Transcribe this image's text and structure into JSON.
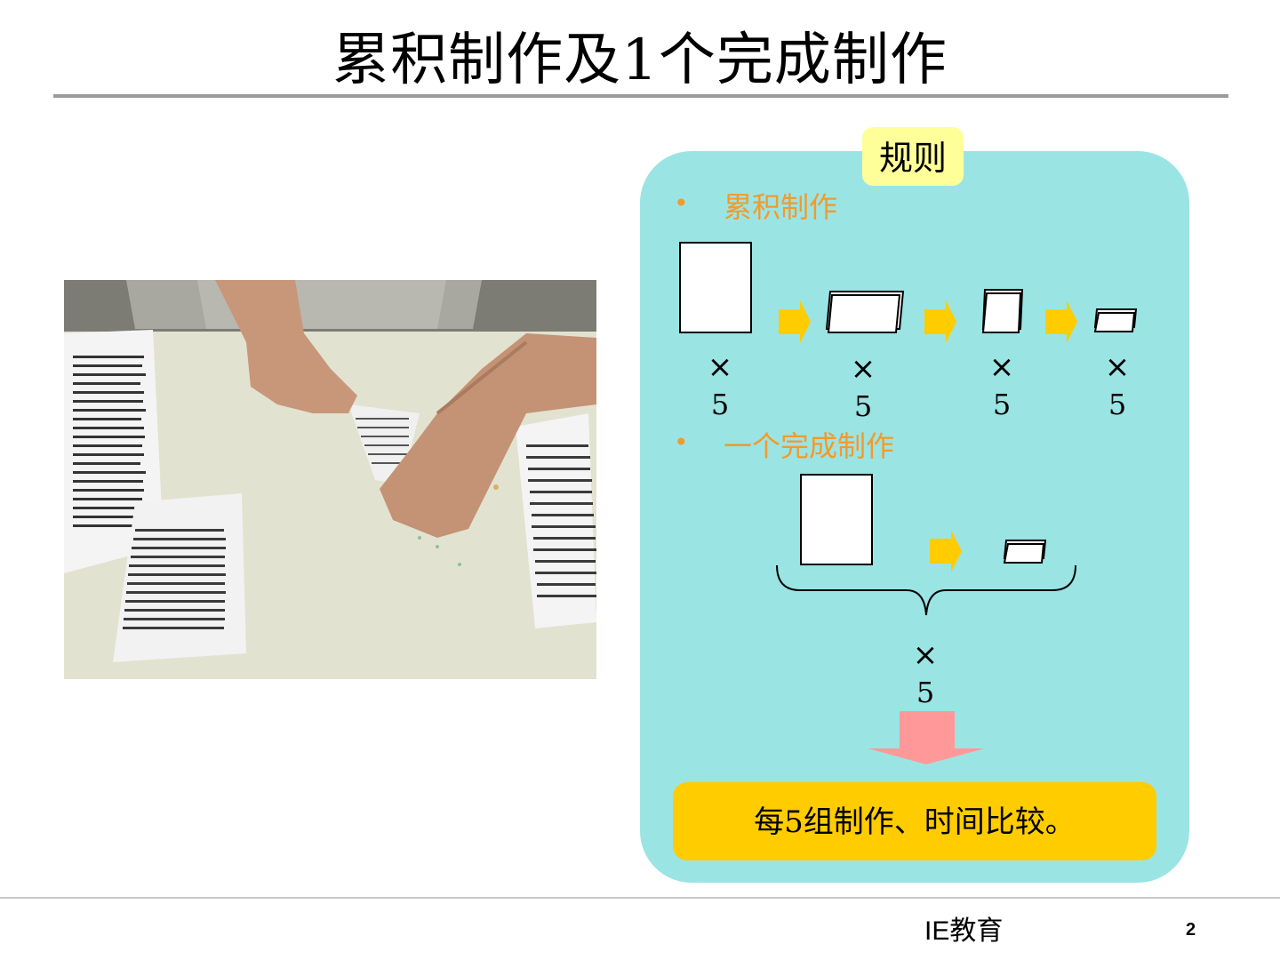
{
  "slide": {
    "title": "累积制作及1个完成制作"
  },
  "panel": {
    "label": "规则",
    "bullet_mark": "•",
    "section1": "累积制作",
    "section2": "一个完成制作",
    "times_symbol": "×",
    "batch_count": "5",
    "result": "每5组制作、时间比较。",
    "colors": {
      "panel_bg": "#9be4e4",
      "label_bg": "#ffff99",
      "bullet_text": "#f39a2b",
      "step_arrow": "#ffcc00",
      "down_arrow": "#ff9999",
      "result_bg": "#ffcc00"
    }
  },
  "footer": {
    "org": "IE教育",
    "page": "2"
  }
}
